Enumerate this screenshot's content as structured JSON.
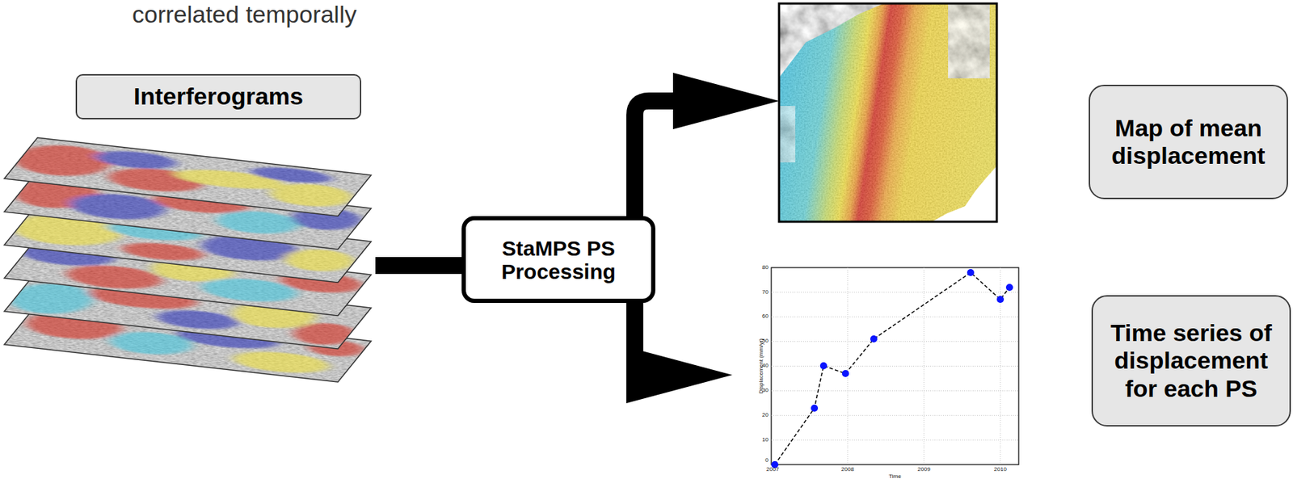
{
  "diagram": {
    "nodes": [
      {
        "text": [
          "Interferograms"
        ]
      },
      {
        "text": [
          "StaMPS PS Processing"
        ]
      },
      {
        "text": [
          "Map of mean displacement"
        ]
      },
      {
        "text": [
          "Time series of displacement for each PS"
        ]
      }
    ],
    "edges": [
      {
        "from": 0,
        "to": 1,
        "arrow": "none"
      },
      {
        "from": 1,
        "to": 2,
        "arrow": "to"
      },
      {
        "from": 1,
        "to": 3,
        "arrow": "to"
      }
    ],
    "labels": [
      "correlated temporally",
      "80",
      "70",
      "60",
      "50",
      "40",
      "30",
      "20",
      "10",
      "0",
      "2007",
      "2008",
      "2009",
      "2010",
      "Displacement (mm/yr)",
      "Time"
    ]
  }
}
